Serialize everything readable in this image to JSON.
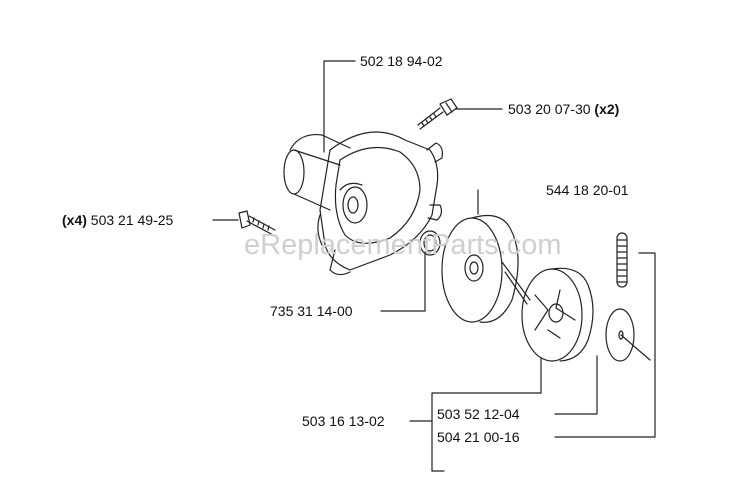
{
  "watermark": "eReplacementParts.com",
  "callouts": {
    "housing": {
      "part": "502 18 94-02"
    },
    "top_screw": {
      "part": "503 20 07-30",
      "qty": "(x2)"
    },
    "side_screw": {
      "part": "503 21 49-25",
      "qty": "(x4)"
    },
    "clutch_drum": {
      "part": "544 18 20-01"
    },
    "oring": {
      "part": "735 31 14-00"
    },
    "group": {
      "part": "503 16 13-02"
    },
    "clutch": {
      "part": "503 52 12-04"
    },
    "washer": {
      "part": "504 21 00-16"
    }
  }
}
